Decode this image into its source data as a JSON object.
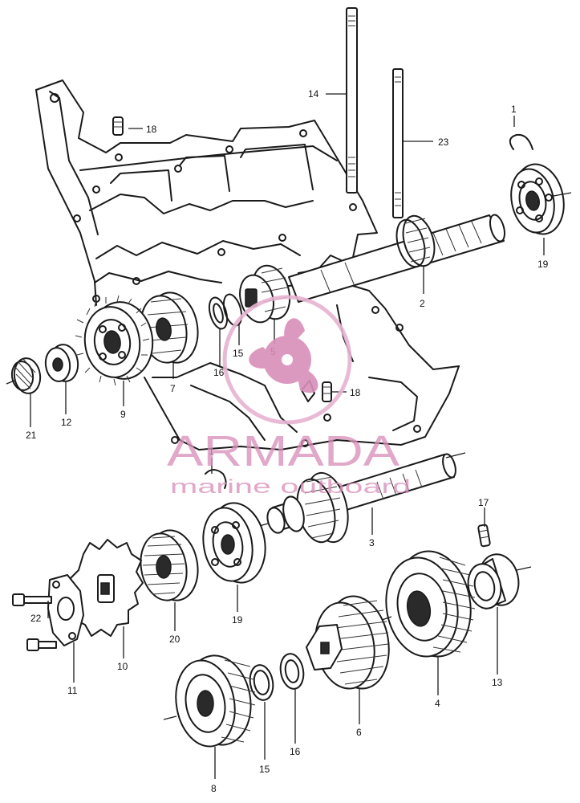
{
  "callouts": [
    {
      "label": "14"
    },
    {
      "label": "18"
    },
    {
      "label": "1"
    },
    {
      "label": "23"
    },
    {
      "label": "19"
    },
    {
      "label": "2"
    },
    {
      "label": "15"
    },
    {
      "label": "5"
    },
    {
      "label": "16"
    },
    {
      "label": "7"
    },
    {
      "label": "9"
    },
    {
      "label": "18"
    },
    {
      "label": "21"
    },
    {
      "label": "12"
    },
    {
      "label": "1"
    },
    {
      "label": "3"
    },
    {
      "label": "17"
    },
    {
      "label": "19"
    },
    {
      "label": "20"
    },
    {
      "label": "22"
    },
    {
      "label": "10"
    },
    {
      "label": "11"
    },
    {
      "label": "13"
    },
    {
      "label": "4"
    },
    {
      "label": "6"
    },
    {
      "label": "15"
    },
    {
      "label": "16"
    },
    {
      "label": "8"
    }
  ],
  "watermark": {
    "brand": "ARMADA",
    "tagline": "marine outboard",
    "color": "#d98fb9"
  }
}
